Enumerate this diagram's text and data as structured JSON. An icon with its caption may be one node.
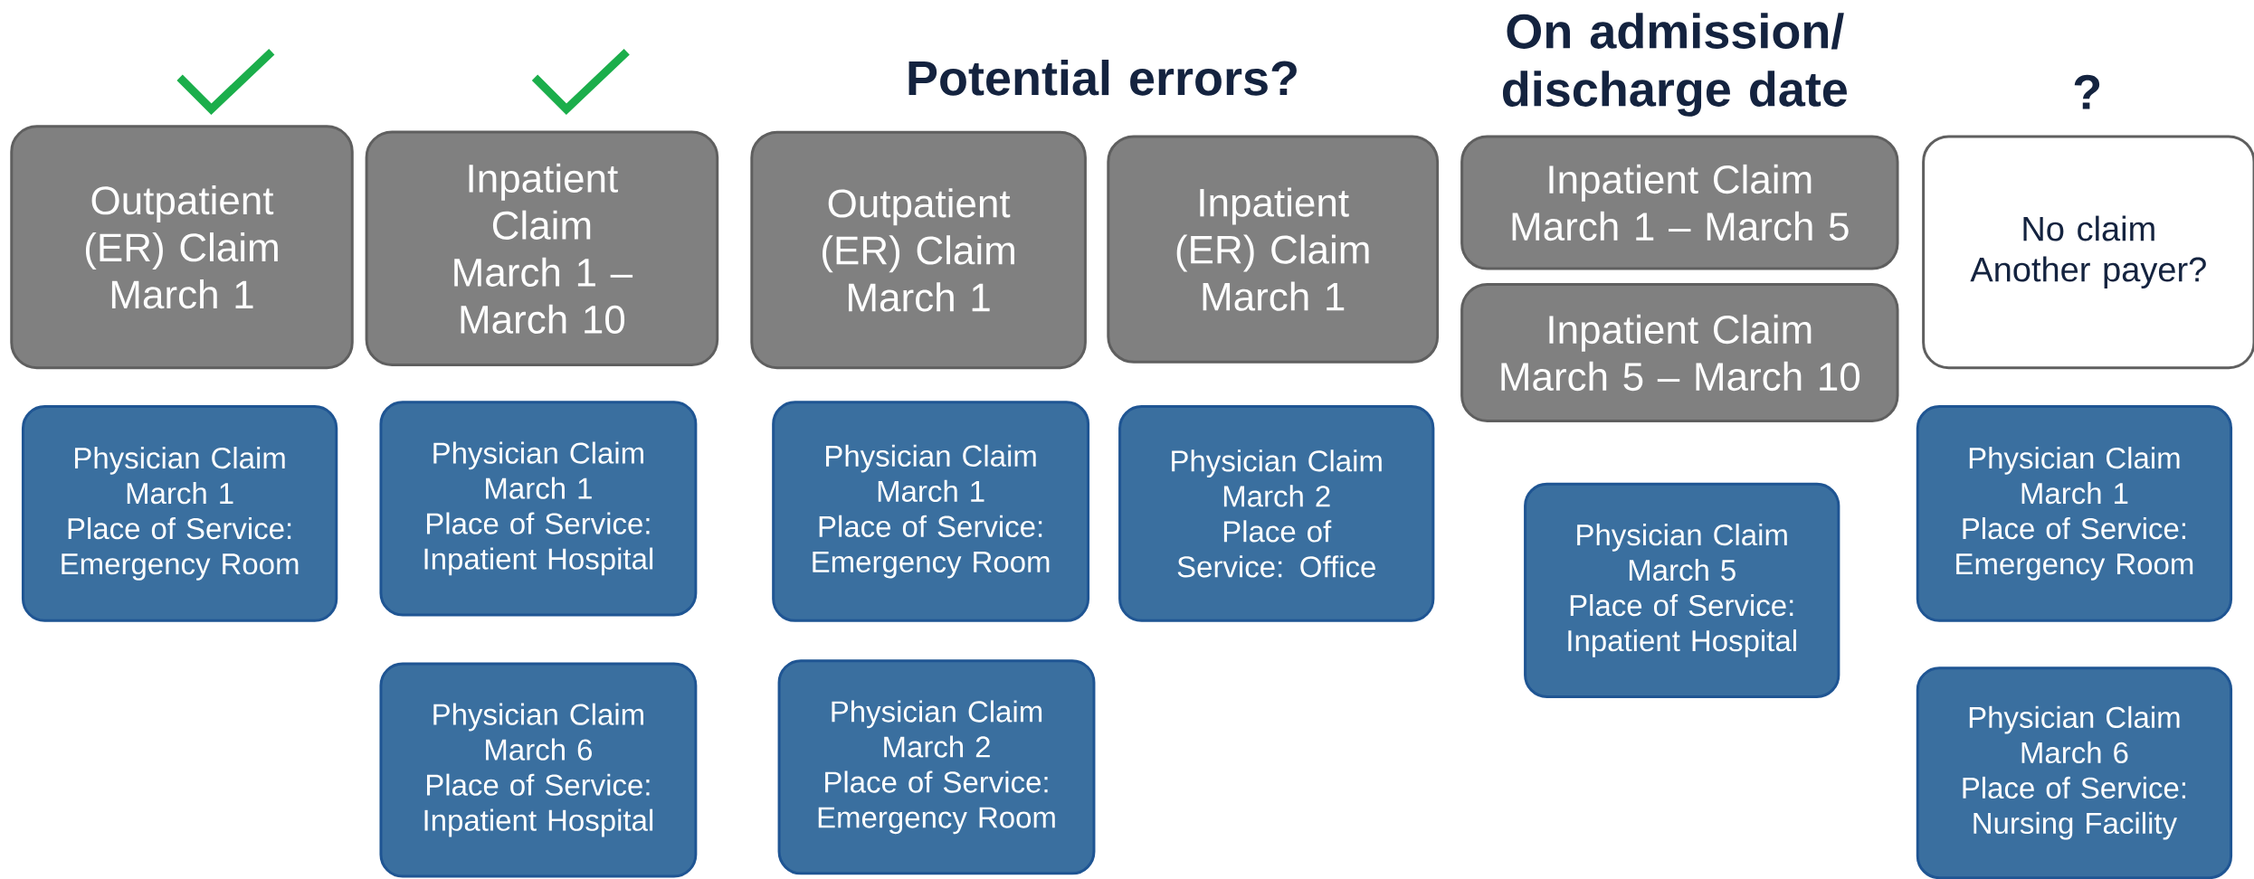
{
  "diagram": {
    "nodes": [
      {
        "text": [
          "Outpatient (ER) Claim",
          "March 1"
        ]
      },
      {
        "text": [
          "Inpatient Claim",
          "March 1 – March 10"
        ]
      },
      {
        "text": [
          "Outpatient (ER) Claim",
          "March 1"
        ]
      },
      {
        "text": [
          "Inpatient (ER) Claim",
          "March 1"
        ]
      },
      {
        "text": [
          "Inpatient Claim",
          "March 1 – March 5"
        ]
      },
      {
        "text": [
          "Inpatient Claim",
          "March 5 – March 10"
        ]
      },
      {
        "text": [
          "No claim",
          "Another payer?"
        ]
      },
      {
        "text": [
          "Physician Claim",
          "March 1",
          "Place of Service: Emergency Room"
        ]
      },
      {
        "text": [
          "Physician Claim",
          "March 1",
          "Place of Service: Inpatient Hospital"
        ]
      },
      {
        "text": [
          "Physician Claim",
          "March 6",
          "Place of Service: Inpatient Hospital"
        ]
      },
      {
        "text": [
          "Physician Claim",
          "March 1",
          "Place of Service: Emergency Room"
        ]
      },
      {
        "text": [
          "Physician Claim",
          "March 2",
          "Place of Service: Emergency Room"
        ]
      },
      {
        "text": [
          "Physician Claim",
          "March 2",
          "Place of Service: Office"
        ]
      },
      {
        "text": [
          "Physician Claim",
          "March 5",
          "Place of Service: Inpatient Hospital"
        ]
      },
      {
        "text": [
          "Physician Claim",
          "March 1",
          "Place of Service: Emergency Room"
        ]
      },
      {
        "text": [
          "Physician Claim",
          "March 6",
          "Place of Service: Nursing Facility"
        ]
      }
    ],
    "labels": [
      "Potential errors?",
      "On admission/ discharge date",
      "?"
    ]
  }
}
